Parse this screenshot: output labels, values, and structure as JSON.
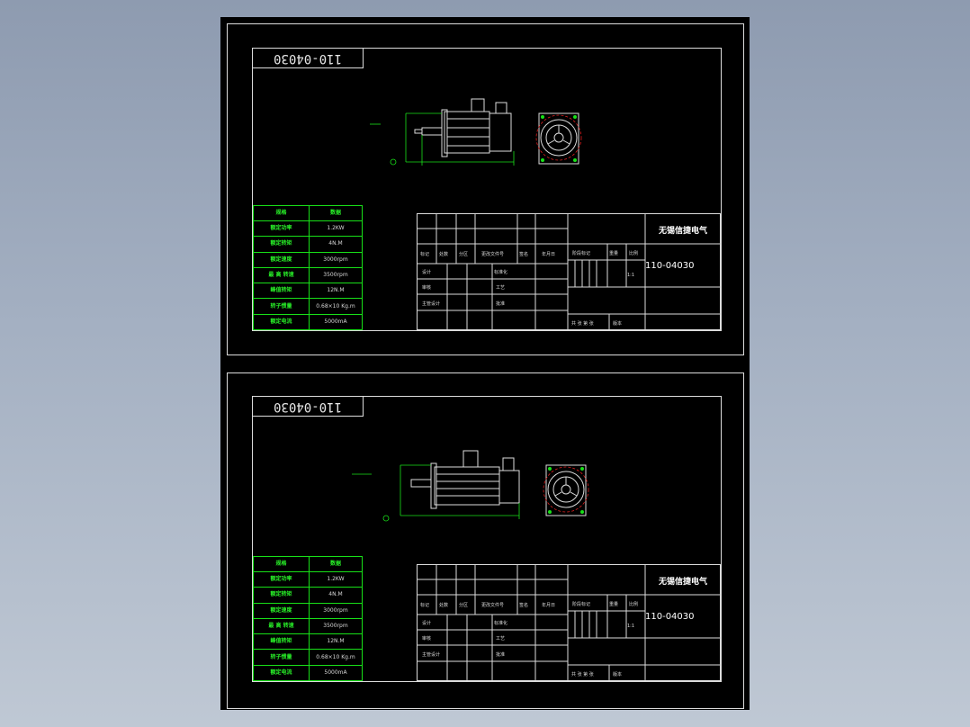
{
  "drawings": [
    {
      "code": "110-04030",
      "params": [
        {
          "key": "规格",
          "value": "数据"
        },
        {
          "key": "额定功率",
          "value": "1.2KW"
        },
        {
          "key": "额定转矩",
          "value": "4N.M"
        },
        {
          "key": "额定速度",
          "value": "3000rpm"
        },
        {
          "key": "最 高 转速",
          "value": "3500rpm"
        },
        {
          "key": "峰值转矩",
          "value": "12N.M"
        },
        {
          "key": "转子惯量",
          "value": "0.68×10 Kg.m"
        },
        {
          "key": "额定电流",
          "value": "5000mA"
        }
      ],
      "title_block": {
        "company": "无锡信捷电气",
        "drawing_no": "110-04030",
        "labels": {
          "mark": "标记",
          "count": "处数",
          "zone": "分区",
          "change_doc": "更改文件号",
          "sign": "签名",
          "date": "年月日",
          "design": "设计",
          "std": "标准化",
          "review": "审核",
          "process": "工艺",
          "chief": "主管设计",
          "approve": "批准",
          "stage_mark": "阶段标记",
          "weight": "重量",
          "scale": "比例",
          "scale_value": "1:1",
          "sheets": "共 张 第 张",
          "version": "版本"
        }
      }
    },
    {
      "code": "110-04030",
      "params": [
        {
          "key": "规格",
          "value": "数据"
        },
        {
          "key": "额定功率",
          "value": "1.2KW"
        },
        {
          "key": "额定转矩",
          "value": "4N.M"
        },
        {
          "key": "额定速度",
          "value": "3000rpm"
        },
        {
          "key": "最 高 转速",
          "value": "3500rpm"
        },
        {
          "key": "峰值转矩",
          "value": "12N.M"
        },
        {
          "key": "转子惯量",
          "value": "0.68×10 Kg.m"
        },
        {
          "key": "额定电流",
          "value": "5000mA"
        }
      ],
      "title_block": {
        "company": "无锡信捷电气",
        "drawing_no": "110-04030",
        "labels": {
          "mark": "标记",
          "count": "处数",
          "zone": "分区",
          "change_doc": "更改文件号",
          "sign": "签名",
          "date": "年月日",
          "design": "设计",
          "std": "标准化",
          "review": "审核",
          "process": "工艺",
          "chief": "主管设计",
          "approve": "批准",
          "stage_mark": "阶段标记",
          "weight": "重量",
          "scale": "比例",
          "scale_value": "1:1",
          "sheets": "共 张 第 张",
          "version": "版本"
        }
      }
    }
  ],
  "colors": {
    "line": "#dcdcdc",
    "green": "#18e018",
    "red": "#e02020",
    "background": "#000000"
  }
}
